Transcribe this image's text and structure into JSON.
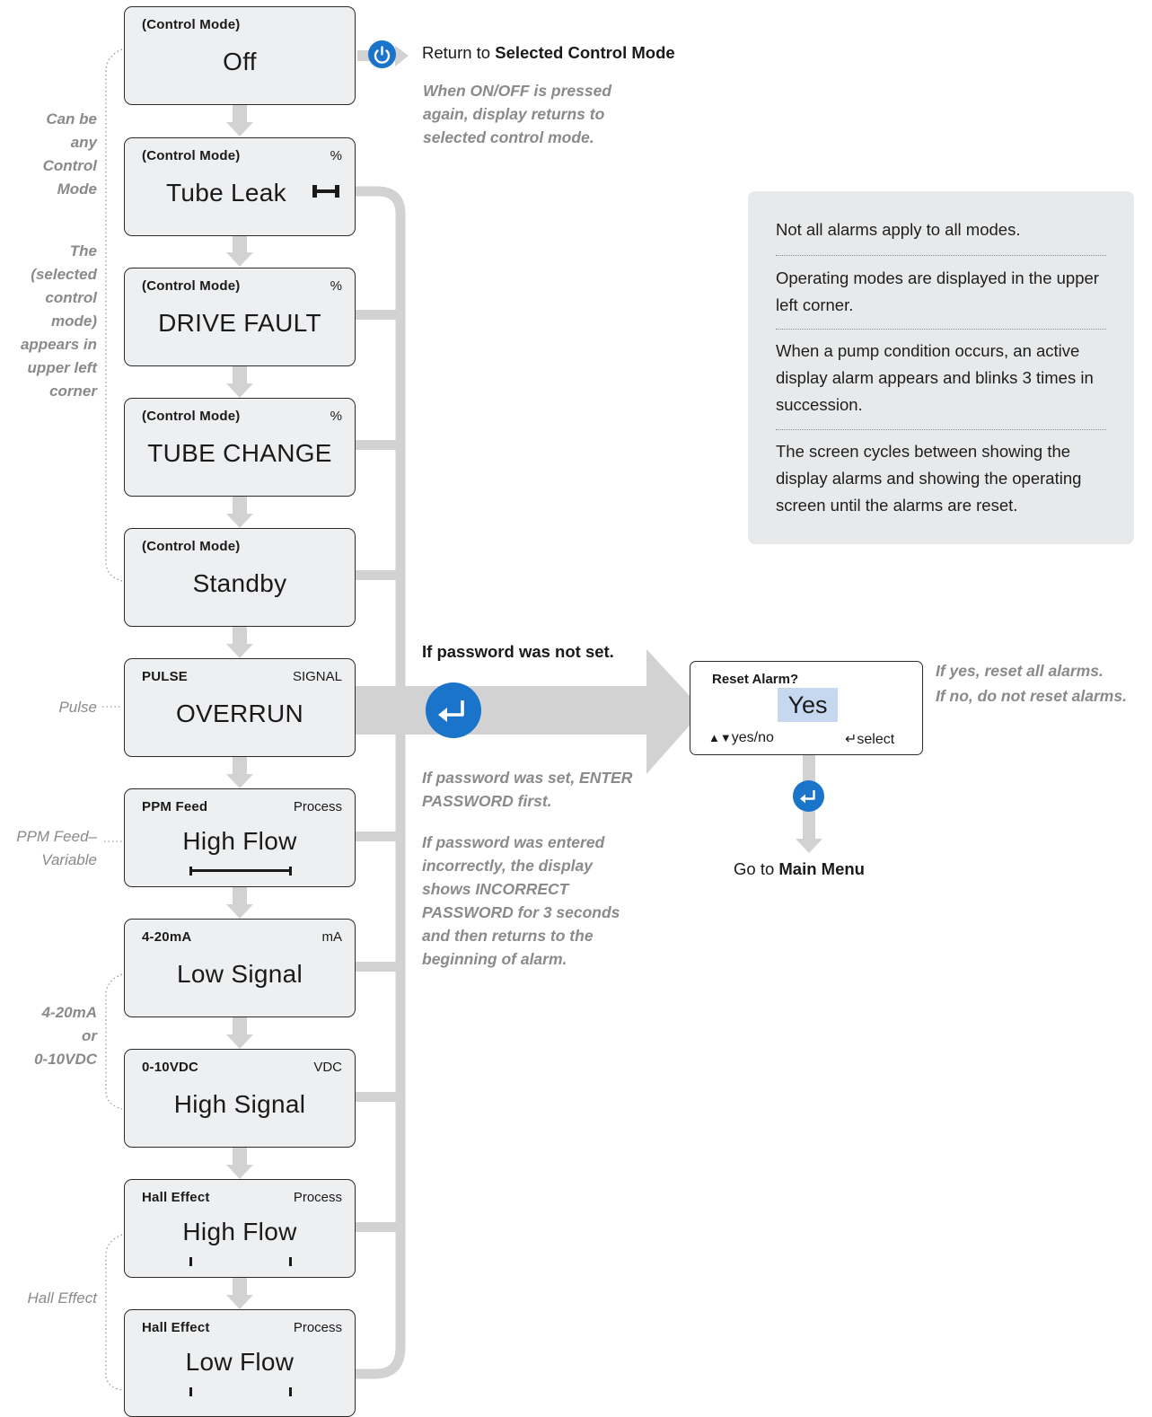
{
  "screens": [
    {
      "mode": "(Control Mode)",
      "unit": "",
      "main": "Off",
      "indicator": "none"
    },
    {
      "mode": "(Control Mode)",
      "unit": "%",
      "main": "Tube Leak",
      "indicator": "tube-leak"
    },
    {
      "mode": "(Control Mode)",
      "unit": "%",
      "main": "DRIVE FAULT",
      "indicator": "none"
    },
    {
      "mode": "(Control Mode)",
      "unit": "%",
      "main": "TUBE CHANGE",
      "indicator": "none"
    },
    {
      "mode": "(Control Mode)",
      "unit": "",
      "main": "Standby",
      "indicator": "none"
    },
    {
      "mode": "PULSE",
      "unit": "SIGNAL",
      "main": "OVERRUN",
      "indicator": "none"
    },
    {
      "mode": "PPM Feed",
      "unit": "Process",
      "main": "High Flow",
      "indicator": "bar-range"
    },
    {
      "mode": "4-20mA",
      "unit": "mA",
      "main": "Low Signal",
      "indicator": "none"
    },
    {
      "mode": "0-10VDC",
      "unit": "VDC",
      "main": "High Signal",
      "indicator": "none"
    },
    {
      "mode": "Hall Effect",
      "unit": "Process",
      "main": "High Flow",
      "indicator": "tick-marks"
    },
    {
      "mode": "Hall Effect",
      "unit": "Process",
      "main": "Low Flow",
      "indicator": "tick-marks"
    }
  ],
  "left_notes": {
    "control_mode": [
      "Can be",
      "any",
      "Control",
      "Mode"
    ],
    "selected_mode": [
      "The",
      "(selected",
      "control",
      "mode)",
      "appears in",
      "upper left",
      "corner"
    ],
    "pulse": "Pulse",
    "ppm_feed": [
      "PPM Feed–",
      "Variable"
    ],
    "analog": [
      "4-20mA",
      "or",
      "0-10VDC"
    ],
    "hall": "Hall Effect"
  },
  "onoff": {
    "icon": "power-icon",
    "return_prefix": "Return to ",
    "return_target": "Selected Control Mode",
    "note": [
      "When ON/OFF is pressed",
      "again, display returns to",
      "selected control mode."
    ]
  },
  "info_panel": [
    "Not all alarms apply to all modes.",
    "Operating modes are displayed in the upper left corner.",
    "When a pump condition occurs, an active display alarm appears and blinks 3 times in succession.",
    "The screen cycles between showing the display alarms and showing the operating screen until the alarms are reset."
  ],
  "password": {
    "not_set": "If password was not set.",
    "set_note": [
      "If password was set, ENTER",
      "PASSWORD first."
    ],
    "incorrect_note": [
      "If password was entered",
      "incorrectly, the display",
      "shows INCORRECT",
      "PASSWORD for 3 seconds",
      "and then returns to the",
      "beginning of alarm."
    ],
    "icon": "enter-icon"
  },
  "reset_screen": {
    "title": "Reset Alarm?",
    "value": "Yes",
    "nav_label": "yes/no",
    "select_label": "select",
    "notes": [
      "If yes, reset all alarms.",
      "If no, do not reset alarms."
    ]
  },
  "main_menu": {
    "prefix": "Go to ",
    "target": "Main Menu"
  },
  "colors": {
    "accent_blue": "#1a74c9",
    "connector_gray": "#d4d4d4",
    "screen_bg": "#eeeff1",
    "note_gray": "#8a8a8a",
    "panel_bg": "#e8e9ea"
  }
}
